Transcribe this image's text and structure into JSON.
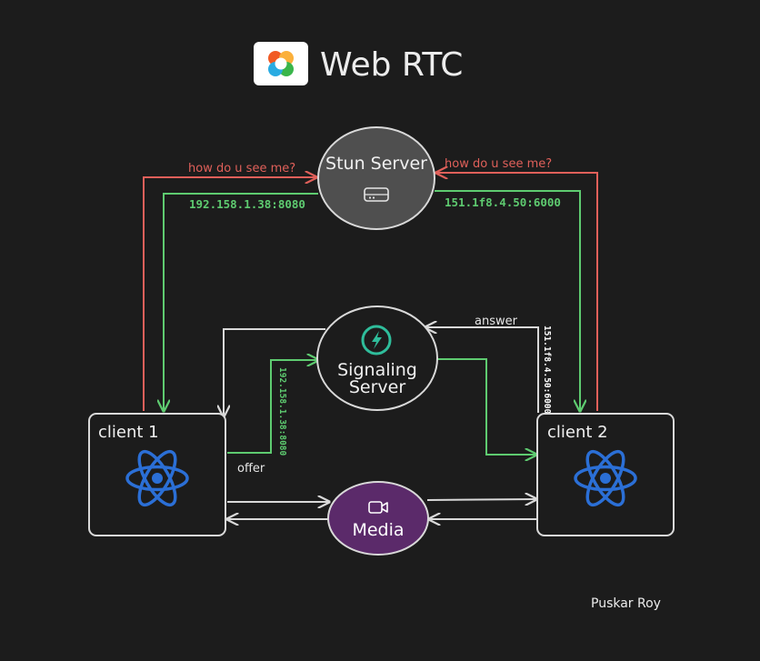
{
  "header": {
    "title": "Web RTC",
    "logo_icon": "webrtc-logo-icon"
  },
  "stun": {
    "label": "Stun Server",
    "icon": "server-drive-icon",
    "left_request": "how do u see me?",
    "right_request": "how do u see me?",
    "left_response": "192.158.1.38:8080",
    "right_response": "151.1f8.4.50:6000"
  },
  "signaling": {
    "label_line1": "Signaling",
    "label_line2": "Server",
    "icon": "lightning-bolt-icon",
    "offer_label": "offer",
    "offer_address": "192.158.1.38:8080",
    "answer_label": "answer",
    "answer_address": "151.1f8.4.50:6000"
  },
  "client1": {
    "label": "client 1",
    "icon": "react-atom-icon"
  },
  "client2": {
    "label": "client 2",
    "icon": "react-atom-icon"
  },
  "media": {
    "label": "Media",
    "icon": "video-camera-icon"
  },
  "footer": {
    "author": "Puskar Roy"
  },
  "colors": {
    "background": "#1c1c1c",
    "stroke_white": "#d9d9d9",
    "red": "#e0605a",
    "green": "#5ecb70",
    "stun_fill": "#4f4f4f",
    "media_fill": "#5b2a6a",
    "react_blue": "#2b6fd6",
    "bolt_green": "#2fbd9b"
  }
}
